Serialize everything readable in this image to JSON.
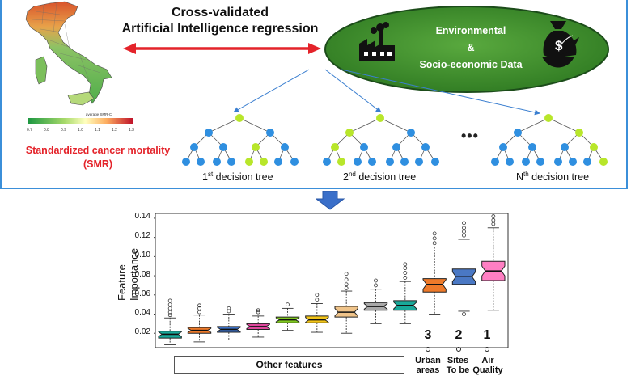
{
  "header": {
    "title_line1": "Cross-validated",
    "title_line2": "Artificial Intelligence regression"
  },
  "data_box": {
    "line1": "Environmental",
    "line2": "&",
    "line3": "Socio-economic Data",
    "fill_color": "#3f8f2f",
    "icons": [
      "factory-icon",
      "money-bag-icon"
    ]
  },
  "map": {
    "colorbar_title": "average SMR-C",
    "ticks": [
      "0.7",
      "0.8",
      "0.9",
      "1.0",
      "1.1",
      "1.2",
      "1.3"
    ],
    "label_line1": "Standardized cancer mortality",
    "label_line2": "(SMR)"
  },
  "trees": {
    "labels": [
      {
        "prefix": "1",
        "sup": "st",
        "suffix": " decision tree"
      },
      {
        "prefix": "2",
        "sup": "nd",
        "suffix": " decision tree"
      },
      {
        "prefix": "N",
        "sup": "th",
        "suffix": " decision tree"
      }
    ],
    "ellipsis": "•••",
    "node_color": "#2f8fe0",
    "highlight_color": "#b8e62a"
  },
  "chart_data": {
    "type": "box",
    "ylabel": "Feature Importance",
    "ylim": [
      0.005,
      0.145
    ],
    "yticks": [
      "0.02",
      "0.04",
      "0.06",
      "0.08",
      "0.10",
      "0.12",
      "0.14"
    ],
    "other_features_label": "Other features",
    "boxes": [
      {
        "color": "#19a99a",
        "q1": 0.015,
        "median": 0.019,
        "q3": 0.022,
        "lo": 0.008,
        "hi": 0.036,
        "outliers": [
          0.039,
          0.042,
          0.046,
          0.05,
          0.054
        ]
      },
      {
        "color": "#ee7a2a",
        "q1": 0.02,
        "median": 0.023,
        "q3": 0.026,
        "lo": 0.011,
        "hi": 0.039,
        "outliers": [
          0.042,
          0.046,
          0.049
        ]
      },
      {
        "color": "#3b6fc4",
        "q1": 0.021,
        "median": 0.024,
        "q3": 0.027,
        "lo": 0.013,
        "hi": 0.04,
        "outliers": [
          0.043,
          0.046
        ]
      },
      {
        "color": "#e0479e",
        "q1": 0.024,
        "median": 0.027,
        "q3": 0.03,
        "lo": 0.016,
        "hi": 0.038,
        "outliers": [
          0.042,
          0.044
        ]
      },
      {
        "color": "#7fc81f",
        "q1": 0.031,
        "median": 0.034,
        "q3": 0.037,
        "lo": 0.023,
        "hi": 0.046,
        "outliers": [
          0.05
        ]
      },
      {
        "color": "#f2c418",
        "q1": 0.031,
        "median": 0.034,
        "q3": 0.038,
        "lo": 0.021,
        "hi": 0.051,
        "outliers": [
          0.055,
          0.06
        ]
      },
      {
        "color": "#f0c48a",
        "q1": 0.037,
        "median": 0.042,
        "q3": 0.048,
        "lo": 0.02,
        "hi": 0.064,
        "outliers": [
          0.067,
          0.071,
          0.076,
          0.082
        ]
      },
      {
        "color": "#a9a9a9",
        "q1": 0.044,
        "median": 0.048,
        "q3": 0.052,
        "lo": 0.03,
        "hi": 0.066,
        "outliers": [
          0.07,
          0.075
        ]
      },
      {
        "color": "#19a99a",
        "q1": 0.044,
        "median": 0.049,
        "q3": 0.054,
        "lo": 0.03,
        "hi": 0.074,
        "outliers": [
          0.078,
          0.083,
          0.088,
          0.092
        ]
      },
      {
        "color": "#ee7a2a",
        "q1": 0.063,
        "median": 0.071,
        "q3": 0.077,
        "lo": 0.04,
        "hi": 0.11,
        "outliers": [
          0.114,
          0.119,
          0.124
        ]
      },
      {
        "color": "#4a78c4",
        "q1": 0.071,
        "median": 0.079,
        "q3": 0.087,
        "lo": 0.043,
        "hi": 0.118,
        "outliers": [
          0.04,
          0.122,
          0.126,
          0.13,
          0.135
        ]
      },
      {
        "color": "#ff7fc3",
        "q1": 0.075,
        "median": 0.085,
        "q3": 0.095,
        "lo": 0.044,
        "hi": 0.13,
        "outliers": [
          0.134,
          0.138,
          0.142
        ]
      }
    ],
    "ranked": [
      {
        "rank": "3",
        "label_lines": [
          "Urban",
          "areas"
        ]
      },
      {
        "rank": "2",
        "label_lines": [
          "Sites",
          "To be"
        ]
      },
      {
        "rank": "1",
        "label_lines": [
          "Air",
          "Quality"
        ]
      }
    ]
  },
  "arrow_color": "#e4232a",
  "down_arrow_color": "#3a6fc9"
}
